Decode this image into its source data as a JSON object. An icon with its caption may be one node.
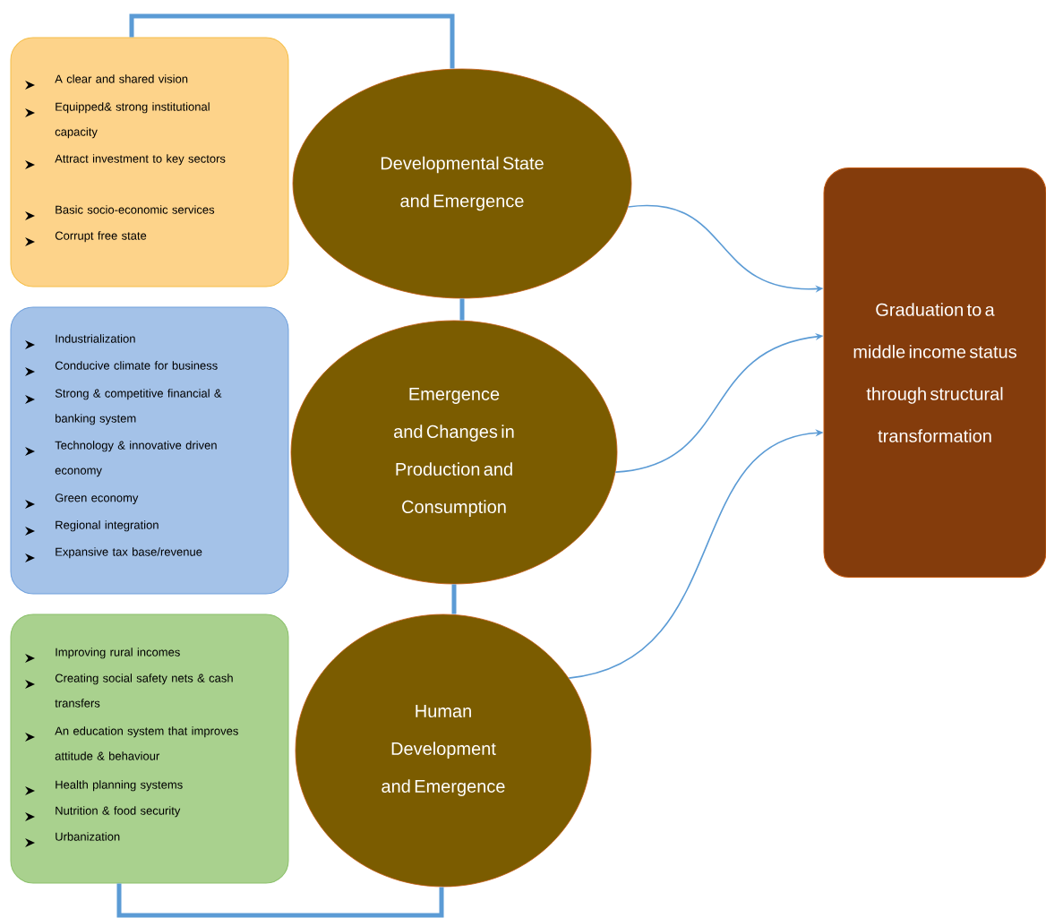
{
  "diagram": {
    "nodes": [
      {
        "text": [
          "A clear and shared vision",
          "Equipped& strong institutional capacity",
          "Attract investment to key sectors",
          "Basic socio-economic services",
          "Corrupt free state"
        ]
      },
      {
        "text": [
          "Developmental State and Emergence"
        ]
      },
      {
        "text": [
          "Industrialization",
          "Conducive climate for business",
          "Strong & competitive financial & banking system",
          "Technology & innovative driven economy",
          "Green economy",
          "Regional integration",
          "Expansive tax base/revenue"
        ]
      },
      {
        "text": [
          "Emergence and Changes in Production and Consumption"
        ]
      },
      {
        "text": [
          "Improving rural incomes",
          "Creating social safety nets & cash transfers",
          "An education system that improves attitude & behaviour",
          "Health planning systems",
          "Nutrition & food security",
          "Urbanization"
        ]
      },
      {
        "text": [
          "Human Development and Emergence"
        ]
      },
      {
        "text": [
          "Graduation to a middle income status through structural transformation"
        ]
      }
    ],
    "edges": [
      {
        "from": 0,
        "to": 1,
        "arrow": "none"
      },
      {
        "from": 1,
        "to": 3,
        "arrow": "none"
      },
      {
        "from": 3,
        "to": 5,
        "arrow": "none"
      },
      {
        "from": 4,
        "to": 5,
        "arrow": "none"
      },
      {
        "from": 1,
        "to": 6,
        "arrow": "to"
      },
      {
        "from": 3,
        "to": 6,
        "arrow": "to"
      },
      {
        "from": 5,
        "to": 6,
        "arrow": "to"
      }
    ]
  }
}
